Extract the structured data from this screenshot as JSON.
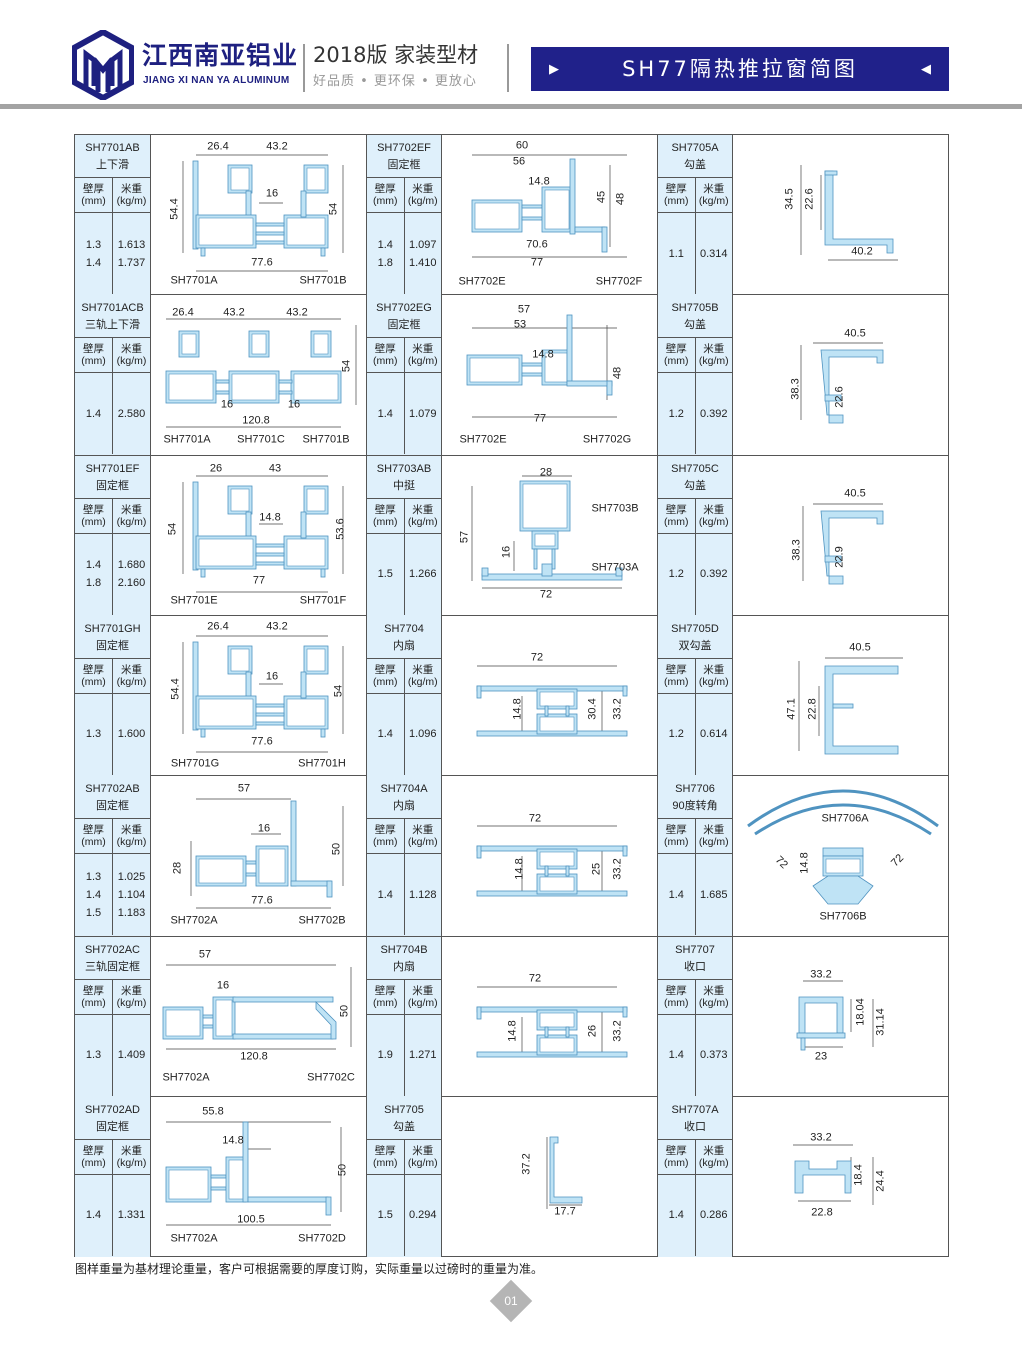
{
  "header": {
    "company_cn": "江西南亚铝业",
    "company_en": "JIANG XI NAN YA ALUMINUM",
    "edition": "2018版  家装型材",
    "slogan": "好品质 • 更环保 • 更放心",
    "banner_title": "SH77隔热推拉窗简图",
    "banner_left_icon": "play-right-icon",
    "banner_right_icon": "play-left-icon"
  },
  "table_headers": {
    "thickness": "壁厚\n(mm)",
    "weight": "米重\n(kg/m)"
  },
  "colors": {
    "brand": "#20218a",
    "profile_fill": "#bfe3f5",
    "profile_stroke": "#4f93c0",
    "info_bg": "#dff0fb"
  },
  "cells": [
    {
      "code": "SH7701AB",
      "type": "上下滑",
      "thick": [
        "1.3",
        "1.4"
      ],
      "weight": [
        "1.613",
        "1.737"
      ],
      "labels": [
        "26.4",
        "43.2",
        "16",
        "54.4",
        "54",
        "77.6",
        "SH7701A",
        "SH7701B"
      ]
    },
    {
      "code": "SH7702EF",
      "type": "固定框",
      "thick": [
        "1.4",
        "1.8"
      ],
      "weight": [
        "1.097",
        "1.410"
      ],
      "labels": [
        "60",
        "56",
        "14.8",
        "45",
        "48",
        "70.6",
        "77",
        "SH7702E",
        "SH7702F"
      ]
    },
    {
      "code": "SH7705A",
      "type": "勾盖",
      "thick": [
        "1.1"
      ],
      "weight": [
        "0.314"
      ],
      "labels": [
        "34.5",
        "22.6",
        "40.2"
      ]
    },
    {
      "code": "SH7701ACB",
      "type": "三轨上下滑",
      "thick": [
        "1.4"
      ],
      "weight": [
        "2.580"
      ],
      "labels": [
        "26.4",
        "43.2",
        "43.2",
        "54",
        "16",
        "16",
        "120.8",
        "SH7701A",
        "SH7701C",
        "SH7701B"
      ]
    },
    {
      "code": "SH7702EG",
      "type": "固定框",
      "thick": [
        "1.4"
      ],
      "weight": [
        "1.079"
      ],
      "labels": [
        "57",
        "53",
        "14.8",
        "48",
        "77",
        "SH7702E",
        "SH7702G"
      ]
    },
    {
      "code": "SH7705B",
      "type": "勾盖",
      "thick": [
        "1.2"
      ],
      "weight": [
        "0.392"
      ],
      "labels": [
        "40.5",
        "38.3",
        "22.6"
      ]
    },
    {
      "code": "SH7701EF",
      "type": "固定框",
      "thick": [
        "1.4",
        "1.8"
      ],
      "weight": [
        "1.680",
        "2.160"
      ],
      "labels": [
        "26",
        "43",
        "14.8",
        "54",
        "53.6",
        "77",
        "SH7701E",
        "SH7701F"
      ]
    },
    {
      "code": "SH7703AB",
      "type": "中挺",
      "thick": [
        "1.5"
      ],
      "weight": [
        "1.266"
      ],
      "labels": [
        "28",
        "SH7703B",
        "57",
        "16",
        "SH7703A",
        "72"
      ]
    },
    {
      "code": "SH7705C",
      "type": "勾盖",
      "thick": [
        "1.2"
      ],
      "weight": [
        "0.392"
      ],
      "labels": [
        "40.5",
        "38.3",
        "22.9"
      ]
    },
    {
      "code": "SH7701GH",
      "type": "固定框",
      "thick": [
        "1.3"
      ],
      "weight": [
        "1.600"
      ],
      "labels": [
        "26.4",
        "43.2",
        "16",
        "54.4",
        "54",
        "77.6",
        "SH7701G",
        "SH7701H"
      ]
    },
    {
      "code": "SH7704",
      "type": "内扇",
      "thick": [
        "1.4"
      ],
      "weight": [
        "1.096"
      ],
      "labels": [
        "72",
        "14.8",
        "30.4",
        "33.2"
      ]
    },
    {
      "code": "SH7705D",
      "type": "双勾盖",
      "thick": [
        "1.2"
      ],
      "weight": [
        "0.614"
      ],
      "labels": [
        "40.5",
        "47.1",
        "22.8"
      ]
    },
    {
      "code": "SH7702AB",
      "type": "固定框",
      "thick": [
        "1.3",
        "1.4",
        "1.5"
      ],
      "weight": [
        "1.025",
        "1.104",
        "1.183"
      ],
      "labels": [
        "57",
        "16",
        "28",
        "50",
        "77.6",
        "SH7702A",
        "SH7702B"
      ]
    },
    {
      "code": "SH7704A",
      "type": "内扇",
      "thick": [
        "1.4"
      ],
      "weight": [
        "1.128"
      ],
      "labels": [
        "72",
        "14.8",
        "25",
        "33.2"
      ]
    },
    {
      "code": "SH7706",
      "type": "90度转角",
      "thick": [
        "1.4"
      ],
      "weight": [
        "1.685"
      ],
      "labels": [
        "SH7706A",
        "72",
        "14.8",
        "72",
        "SH7706B"
      ]
    },
    {
      "code": "SH7702AC",
      "type": "三轨固定框",
      "thick": [
        "1.3"
      ],
      "weight": [
        "1.409"
      ],
      "labels": [
        "57",
        "16",
        "50",
        "120.8",
        "SH7702A",
        "SH7702C"
      ]
    },
    {
      "code": "SH7704B",
      "type": "内扇",
      "thick": [
        "1.9"
      ],
      "weight": [
        "1.271"
      ],
      "labels": [
        "72",
        "14.8",
        "26",
        "33.2"
      ]
    },
    {
      "code": "SH7707",
      "type": "收口",
      "thick": [
        "1.4"
      ],
      "weight": [
        "0.373"
      ],
      "labels": [
        "33.2",
        "18.04",
        "31.14",
        "23"
      ]
    },
    {
      "code": "SH7702AD",
      "type": "固定框",
      "thick": [
        "1.4"
      ],
      "weight": [
        "1.331"
      ],
      "labels": [
        "55.8",
        "14.8",
        "50",
        "100.5",
        "SH7702A",
        "SH7702D"
      ]
    },
    {
      "code": "SH7705",
      "type": "勾盖",
      "thick": [
        "1.5"
      ],
      "weight": [
        "0.294"
      ],
      "labels": [
        "37.2",
        "17.7"
      ]
    },
    {
      "code": "SH7707A",
      "type": "收口",
      "thick": [
        "1.4"
      ],
      "weight": [
        "0.286"
      ],
      "labels": [
        "33.2",
        "18.4",
        "24.4",
        "22.8"
      ]
    }
  ],
  "footer": {
    "note": "图样重量为基材理论重量，客户可根据需要的厚度订购，实际重量以过磅时的重量为准。",
    "page_number": "01"
  }
}
